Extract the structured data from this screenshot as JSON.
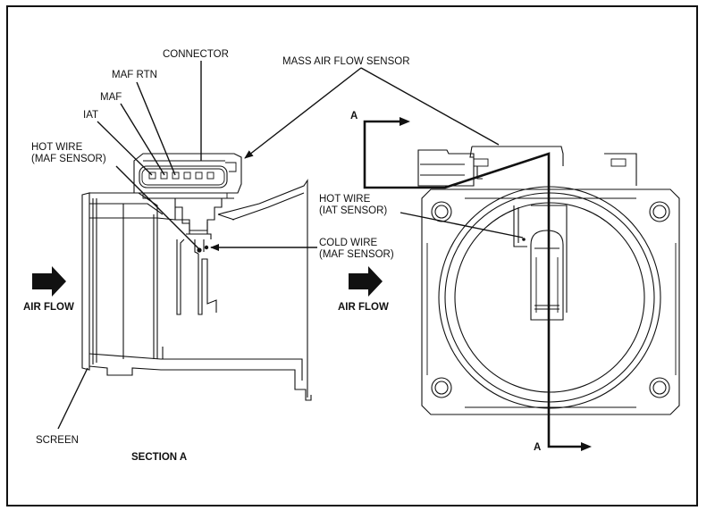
{
  "figure": {
    "title_left_view": "SECTION A",
    "section_marker": "A",
    "colors": {
      "ink": "#111111",
      "paper": "#ffffff"
    }
  },
  "labels": {
    "connector": "CONNECTOR",
    "mass_air_flow_sensor": "MASS AIR FLOW SENSOR",
    "maf_rtn": "MAF RTN",
    "maf": "MAF",
    "iat": "IAT",
    "hot_wire_maf_line1": "HOT WIRE",
    "hot_wire_maf_line2": "(MAF SENSOR)",
    "hot_wire_iat_line1": "HOT WIRE",
    "hot_wire_iat_line2": "(IAT SENSOR)",
    "cold_wire_line1": "COLD WIRE",
    "cold_wire_line2": "(MAF SENSOR)",
    "air_flow_left": "AIR FLOW",
    "air_flow_right": "AIR FLOW",
    "screen": "SCREEN",
    "section_a": "SECTION A",
    "section_marker_top": "A",
    "section_marker_bottom": "A"
  },
  "icons": {
    "air_flow_arrow": "right-arrow-solid",
    "section_arrow": "right-arrow-line"
  }
}
